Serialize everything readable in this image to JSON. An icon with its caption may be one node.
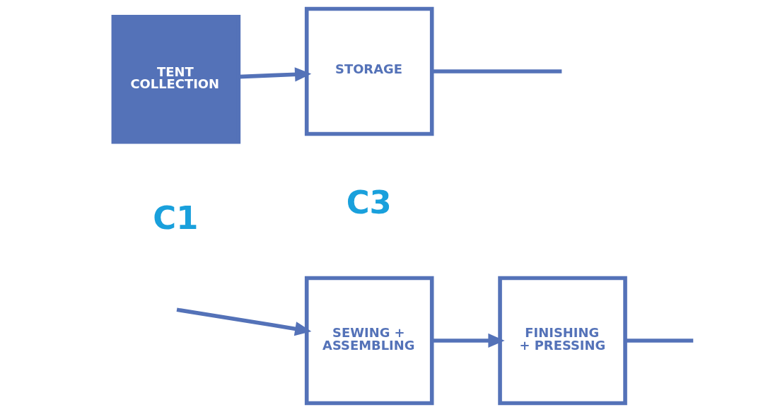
{
  "diagram": {
    "nodes": [
      {
        "text": [
          "TENT COLLECTION"
        ]
      },
      {
        "text": [
          "STORAGE"
        ]
      },
      {
        "text": [
          "SEWING + ASSEMBLING"
        ]
      },
      {
        "text": [
          "FINISHING + PRESSING"
        ]
      }
    ],
    "edges": [
      {
        "from": 0,
        "to": 1,
        "arrow": "to"
      },
      {
        "from": 1,
        "to": null,
        "arrow": "none"
      },
      {
        "from": null,
        "to": 2,
        "arrow": "to"
      },
      {
        "from": 2,
        "to": 3,
        "arrow": "to"
      },
      {
        "from": 3,
        "to": null,
        "arrow": "none"
      }
    ],
    "labels": [
      "C1",
      "C3"
    ]
  }
}
